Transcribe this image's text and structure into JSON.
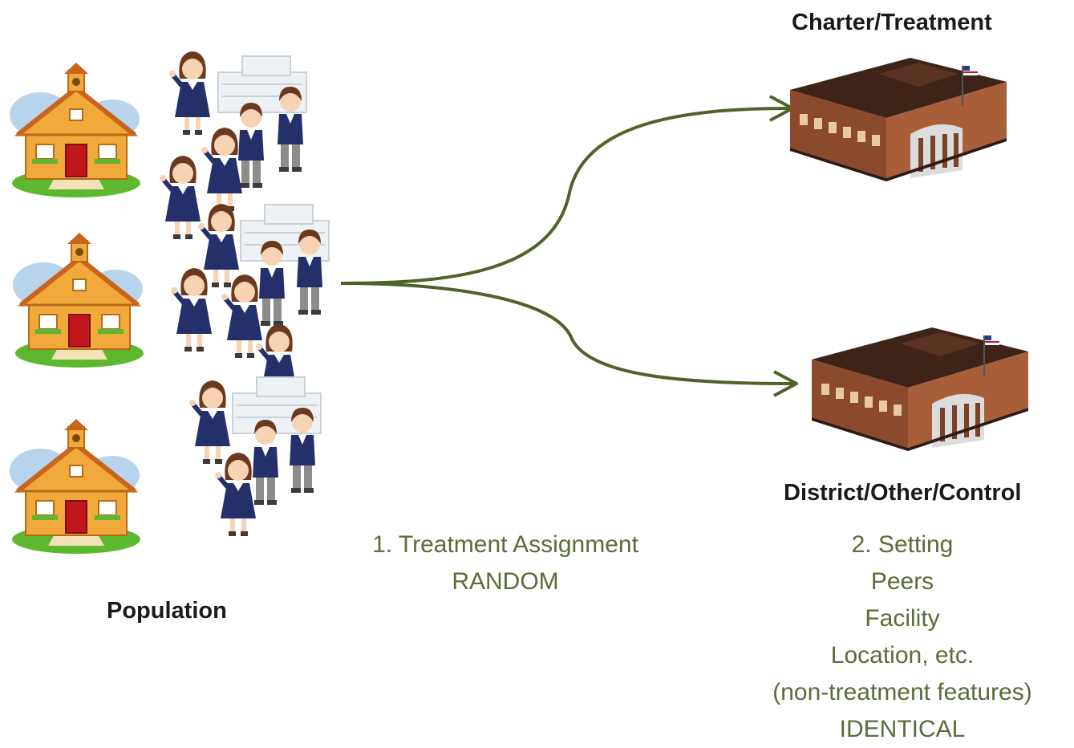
{
  "labels": {
    "population": "Population",
    "charter": "Charter/Treatment",
    "district": "District/Other/Control",
    "assignment_line1": "1.  Treatment Assignment",
    "assignment_line2": "RANDOM",
    "setting_lines": [
      "2. Setting",
      "Peers",
      "Facility",
      "Location, etc.",
      "(non-treatment features)",
      "IDENTICAL"
    ]
  },
  "colors": {
    "arrow": "#4f6228",
    "green_text": "#5b6b3a",
    "school_wall": "#f2a93b",
    "school_roof": "#c9641c",
    "school_door": "#c0161c",
    "grass": "#5cb82f",
    "sky": "#9fc6e6",
    "uniform": "#25306b",
    "building_roof": "#3d2318",
    "building_brick": "#8b4a2b"
  },
  "icons": {
    "schoolhouse": "schoolhouse-icon",
    "students": "students-group-icon",
    "building": "school-building-icon"
  }
}
